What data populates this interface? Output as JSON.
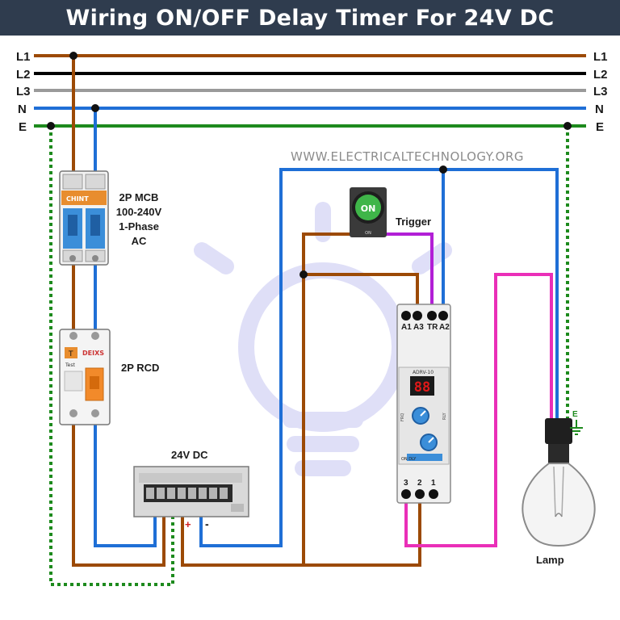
{
  "title": "Wiring ON/OFF Delay Timer For 24V DC",
  "watermark": "WWW.ELECTRICALTECHNOLOGY.ORG",
  "lines": [
    {
      "label": "L1",
      "color": "#9c4a06"
    },
    {
      "label": "L2",
      "color": "#000000"
    },
    {
      "label": "L3",
      "color": "#9a9a9a"
    },
    {
      "label": "N",
      "color": "#1f6fd6"
    },
    {
      "label": "E",
      "color": "#1d8a1d"
    }
  ],
  "wire_colors": {
    "phase": "#9c4a06",
    "neutral": "#1f6fd6",
    "earth": "#1d8a1d",
    "trigger": "#b21fd6",
    "lamp": "#ea2fb8"
  },
  "mcb": {
    "label_lines": [
      "2P MCB",
      "100-240V",
      "1-Phase",
      "AC"
    ],
    "brand": "CHINT"
  },
  "rcd": {
    "label": "2P RCD",
    "brand": "DEIXS",
    "test": "T",
    "test_text": "Test"
  },
  "psu": {
    "label": "24V DC",
    "plus": "+",
    "minus": "-"
  },
  "trigger": {
    "button_text": "ON",
    "small_text": "ON",
    "label": "Trigger"
  },
  "timer": {
    "model": "ADRV-10",
    "display": "88",
    "top_terminals": [
      "A1",
      "A3",
      "TR",
      "A2"
    ],
    "bottom_terminals": [
      "3",
      "2",
      "1"
    ],
    "bottom_text": "ON DLY",
    "side_labels": [
      "FRQ",
      "RLY"
    ]
  },
  "lamp": {
    "label": "Lamp",
    "earth_label": "E"
  }
}
